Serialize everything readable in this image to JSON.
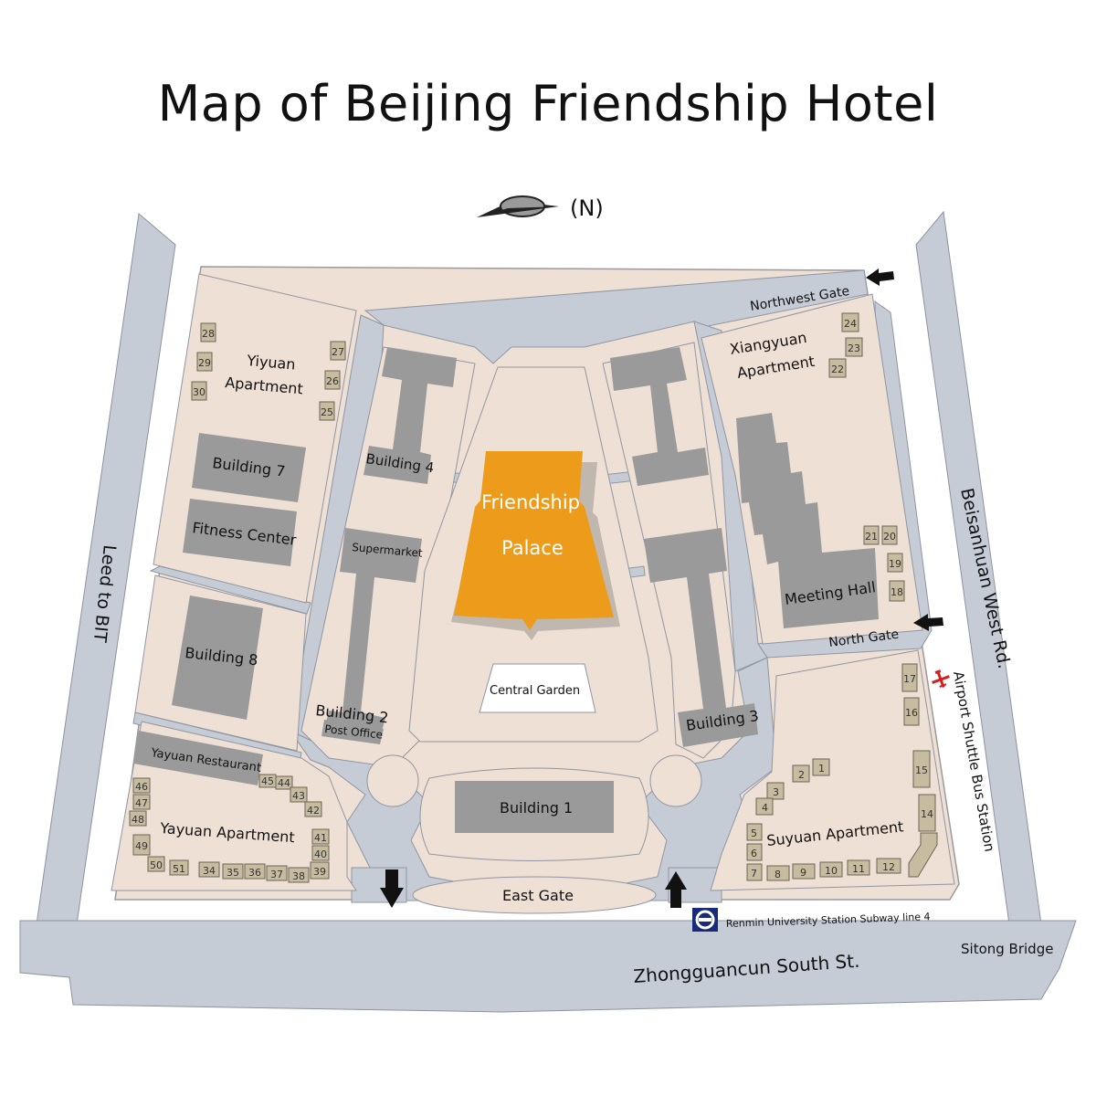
{
  "title": "Map of Beijing Friendship Hotel",
  "compass": {
    "label": "(N)",
    "icon": "north-arrow-icon"
  },
  "roads": {
    "west": "Leed to BIT",
    "east": "Beisanhuan West Rd.",
    "south": "Zhongguancun South St.",
    "bridge": "Sitong Bridge"
  },
  "gates": {
    "northwest": "Northwest Gate",
    "north": "North Gate",
    "east": "East Gate"
  },
  "places": {
    "palace_line1": "Friendship",
    "palace_line2": "Palace",
    "central_garden": "Central Garden",
    "building1": "Building 1",
    "building2": "Building 2",
    "post_office": "Post Office",
    "building3": "Building 3",
    "building4": "Building 4",
    "supermarket": "Supermarket",
    "building7": "Building 7",
    "fitness": "Fitness Center",
    "building8": "Building 8",
    "meeting_hall": "Meeting Hall",
    "yayuan_restaurant": "Yayuan Restaurant"
  },
  "apartments": {
    "yiyuan_1": "Yiyuan",
    "yiyuan_2": "Apartment",
    "xiangyuan_1": "Xiangyuan",
    "xiangyuan_2": "Apartment",
    "yayuan": "Yayuan Apartment",
    "suyuan": "Suyuan  Apartment"
  },
  "transit": {
    "subway": "Renmin University  Station Subway line 4",
    "subway_icon": "subway-icon",
    "airport_bus": "Airport  Shuttle  Bus  Station",
    "airport_icon": "airplane-icon"
  },
  "unit_numbers": {
    "n1": "1",
    "n2": "2",
    "n3": "3",
    "n4": "4",
    "n5": "5",
    "n6": "6",
    "n7": "7",
    "n8": "8",
    "n9": "9",
    "n10": "10",
    "n11": "11",
    "n12": "12",
    "n14": "14",
    "n15": "15",
    "n16": "16",
    "n17": "17",
    "n18": "18",
    "n19": "19",
    "n20": "20",
    "n21": "21",
    "n22": "22",
    "n23": "23",
    "n24": "24",
    "n25": "25",
    "n26": "26",
    "n27": "27",
    "n28": "28",
    "n29": "29",
    "n30": "30",
    "n34": "34",
    "n35": "35",
    "n36": "36",
    "n37": "37",
    "n38": "38",
    "n39": "39",
    "n40": "40",
    "n41": "41",
    "n42": "42",
    "n43": "43",
    "n44": "44",
    "n45": "45",
    "n46": "46",
    "n47": "47",
    "n48": "48",
    "n49": "49",
    "n50": "50",
    "n51": "51"
  },
  "colors": {
    "ground": "#efe0d5",
    "road": "#c6ccd6",
    "building": "#9a9a9a",
    "palace": "#ec9c1a",
    "unit": "#c7bca0"
  }
}
